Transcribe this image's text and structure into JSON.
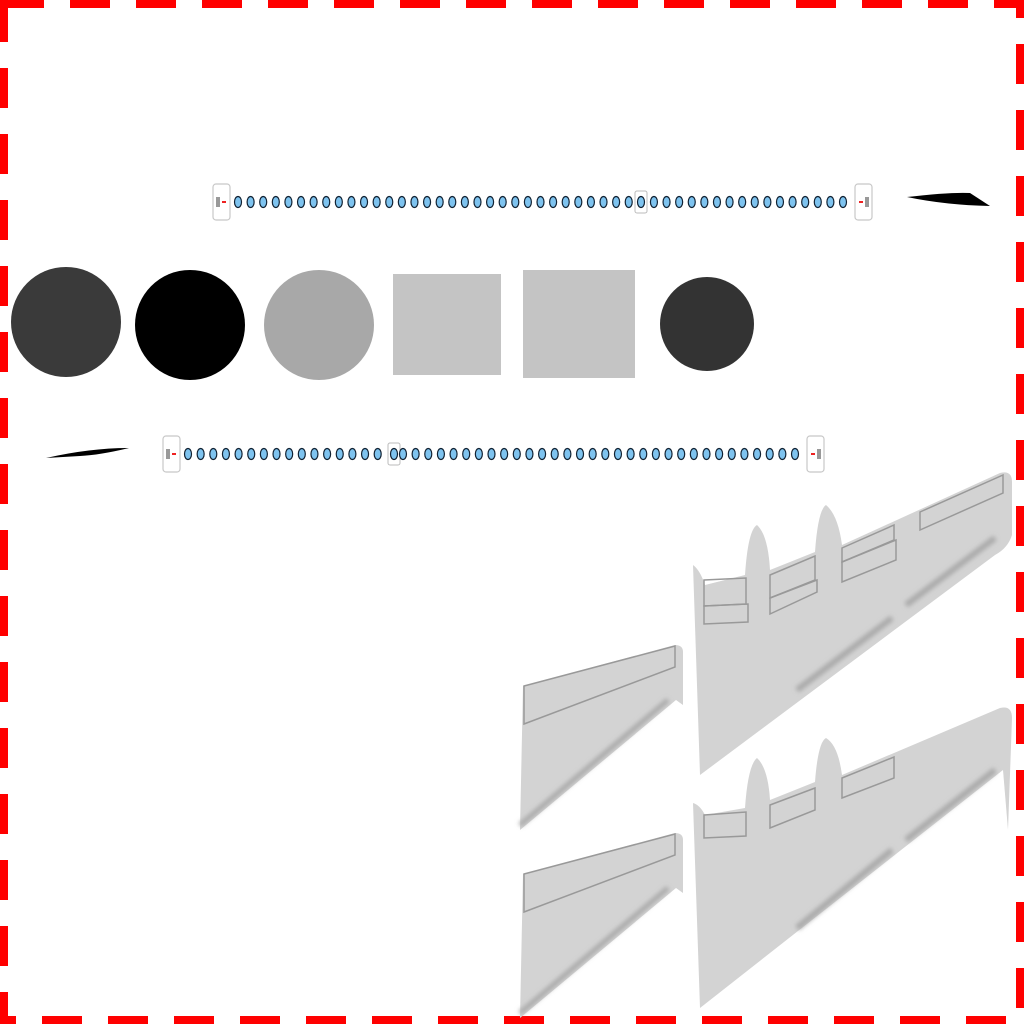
{
  "sheet": {
    "border_color": "#ff0000",
    "background": "#ffffff"
  },
  "chains": [
    {
      "bead_count": 48,
      "bead_color": "#7ec3ef"
    },
    {
      "bead_count": 48,
      "bead_color": "#7ec3ef"
    }
  ],
  "swatches": [
    {
      "shape": "circle",
      "color": "#3a3a3a"
    },
    {
      "shape": "circle",
      "color": "#000000"
    },
    {
      "shape": "circle",
      "color": "#a8a8a8"
    },
    {
      "shape": "square",
      "color": "#c4c4c4"
    },
    {
      "shape": "square",
      "color": "#c4c4c4"
    },
    {
      "shape": "circle",
      "color": "#333333"
    }
  ],
  "wing_color": "#d3d3d3",
  "blade_color": "#000000"
}
